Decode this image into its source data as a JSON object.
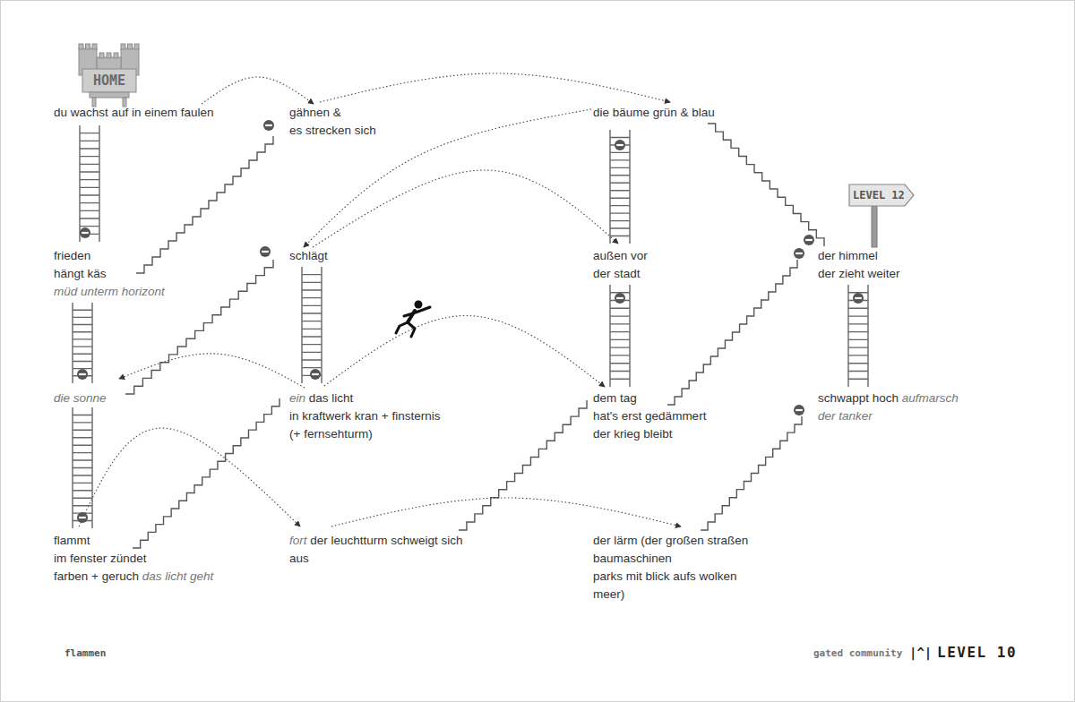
{
  "diagram": {
    "nodes": [
      {
        "text": [
          "du wachst auf in einem faulen"
        ]
      },
      {
        "text": [
          "gähnen &",
          "es strecken sich"
        ]
      },
      {
        "text": [
          "die bäume grün & blau"
        ]
      },
      {
        "text": [
          "frieden",
          "hängt käs",
          "müd unterm horizont"
        ]
      },
      {
        "text": [
          "schlägt"
        ]
      },
      {
        "text": [
          "außen vor",
          "der stadt"
        ]
      },
      {
        "text": [
          "der himmel",
          "der zieht weiter"
        ]
      },
      {
        "text": [
          "die sonne"
        ]
      },
      {
        "text": [
          "ein",
          "das licht",
          "in kraftwerk kran + finsternis",
          "(+ fernsehturm)"
        ]
      },
      {
        "text": [
          "dem tag",
          "hat's erst gedämmert",
          "der krieg bleibt"
        ]
      },
      {
        "text": [
          "schwappt hoch",
          "aufmarsch",
          "der tanker"
        ]
      },
      {
        "text": [
          "flammt",
          "im fenster zündet",
          "farben + geruch",
          "das licht geht"
        ]
      },
      {
        "text": [
          "fort",
          "der leuchtturm schweigt sich",
          "aus"
        ]
      },
      {
        "text": [
          "der lärm (der großen straßen",
          "baumaschinen",
          "parks mit blick aufs wolken",
          "meer)"
        ]
      }
    ],
    "edges": [
      {
        "from": 0,
        "to": 1,
        "arrow": "to"
      },
      {
        "from": 1,
        "to": 2,
        "arrow": "to"
      },
      {
        "from": 2,
        "to": 4,
        "arrow": "to"
      },
      {
        "from": 4,
        "to": 5,
        "arrow": "to"
      },
      {
        "from": 8,
        "to": 7,
        "arrow": "to"
      },
      {
        "from": 8,
        "to": 9,
        "arrow": "to"
      },
      {
        "from": 11,
        "to": 12,
        "arrow": "to"
      },
      {
        "from": 12,
        "to": 13,
        "arrow": "to"
      },
      {
        "from": 0,
        "to": 3,
        "arrow": "none"
      },
      {
        "from": 3,
        "to": 7,
        "arrow": "none"
      },
      {
        "from": 7,
        "to": 11,
        "arrow": "none"
      },
      {
        "from": 4,
        "to": 8,
        "arrow": "none"
      },
      {
        "from": 2,
        "to": 5,
        "arrow": "none"
      },
      {
        "from": 5,
        "to": 9,
        "arrow": "none"
      },
      {
        "from": 6,
        "to": 10,
        "arrow": "none"
      },
      {
        "from": 3,
        "to": 1,
        "arrow": "none"
      },
      {
        "from": 7,
        "to": 4,
        "arrow": "none"
      },
      {
        "from": 11,
        "to": 8,
        "arrow": "none"
      },
      {
        "from": 12,
        "to": 9,
        "arrow": "none"
      },
      {
        "from": 9,
        "to": 6,
        "arrow": "none"
      },
      {
        "from": 2,
        "to": 6,
        "arrow": "none"
      },
      {
        "from": 13,
        "to": 10,
        "arrow": "none"
      }
    ],
    "labels": [
      "HOME",
      "LEVEL 12",
      "flammen",
      "gated community",
      "|^|",
      "LEVEL 10"
    ]
  }
}
